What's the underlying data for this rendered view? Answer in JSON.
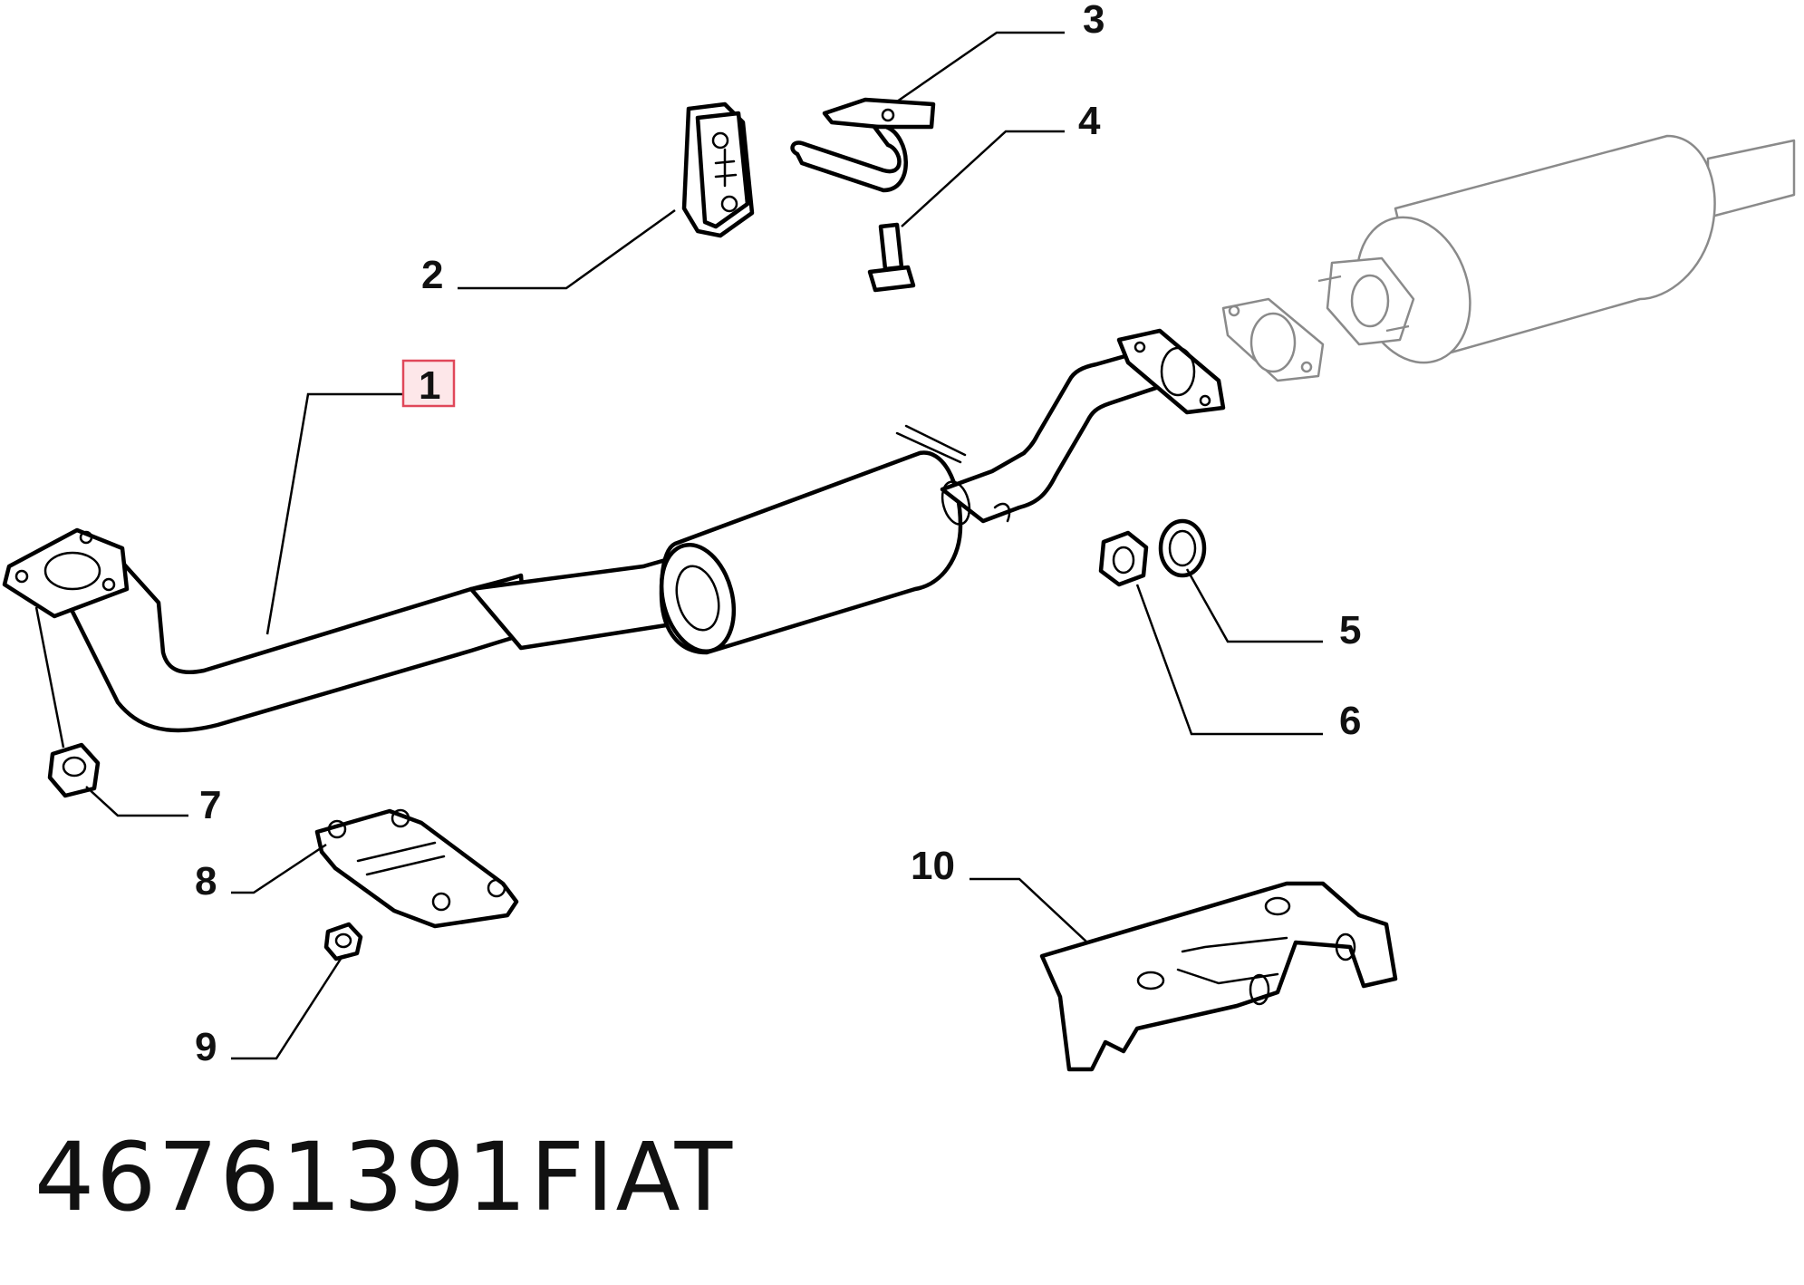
{
  "diagram": {
    "callouts": [
      {
        "id": "1",
        "label": "1",
        "highlighted": true
      },
      {
        "id": "2",
        "label": "2"
      },
      {
        "id": "3",
        "label": "3"
      },
      {
        "id": "4",
        "label": "4"
      },
      {
        "id": "5",
        "label": "5"
      },
      {
        "id": "6",
        "label": "6"
      },
      {
        "id": "7",
        "label": "7"
      },
      {
        "id": "8",
        "label": "8"
      },
      {
        "id": "9",
        "label": "9"
      },
      {
        "id": "10",
        "label": "10"
      }
    ],
    "highlight_color": "#e0485a"
  },
  "footer": {
    "part_number": "46761391",
    "brand": "FIAT"
  }
}
